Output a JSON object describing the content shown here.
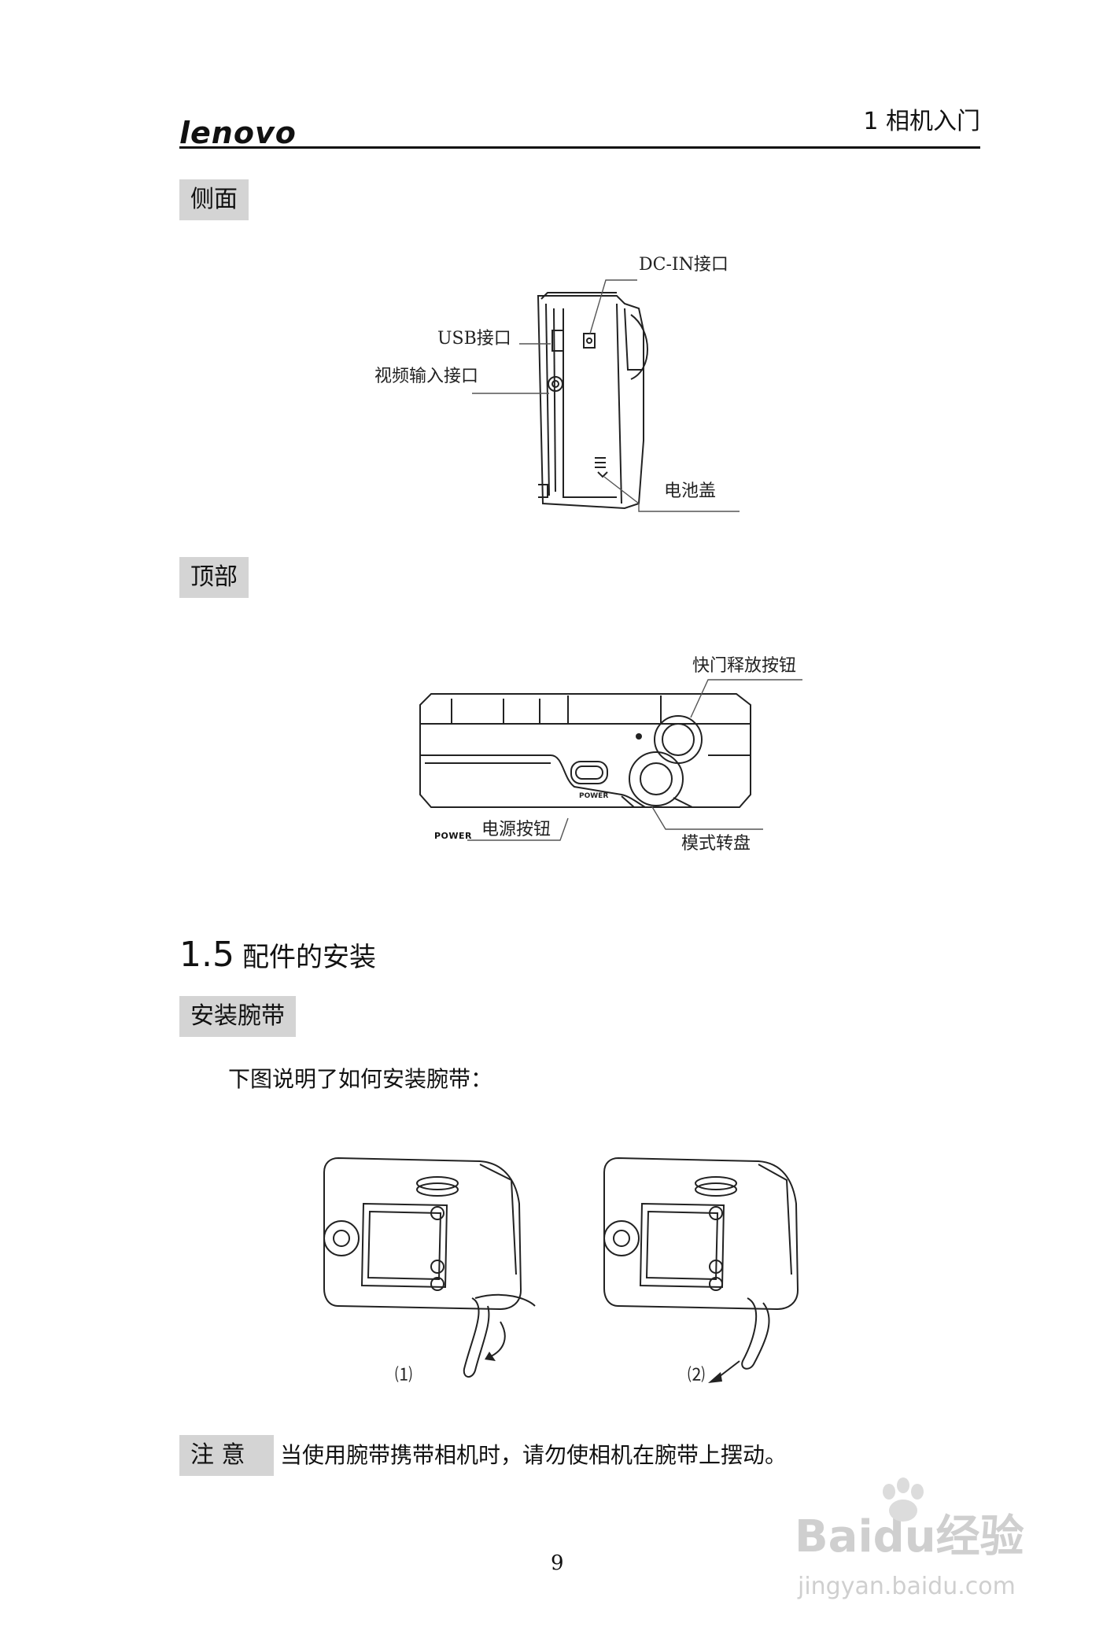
{
  "header": {
    "logo_text": "lenovo",
    "chapter": "1 相机入门"
  },
  "side_section": {
    "tag": "侧面",
    "labels": {
      "dc_in": "DC-IN接口",
      "usb": "USB接口",
      "video": "视频输入接口",
      "battery": "电池盖"
    }
  },
  "top_section": {
    "tag": "顶部",
    "labels": {
      "shutter": "快门释放按钮",
      "power_small": "POWER",
      "power": "电源按钮",
      "mode": "模式转盘"
    }
  },
  "section_1_5": {
    "number": "1.5",
    "title": "配件的安装"
  },
  "strap": {
    "tag": "安装腕带",
    "text": "下图说明了如何安装腕带：",
    "captions": [
      "⑴",
      "⑵"
    ]
  },
  "note": {
    "tag": "注 意",
    "text": "当使用腕带携带相机时，请勿使相机在腕带上摆动。"
  },
  "page_number": "9",
  "watermark": {
    "brand": "Baidu经验",
    "url": "jingyan.baidu.com"
  }
}
